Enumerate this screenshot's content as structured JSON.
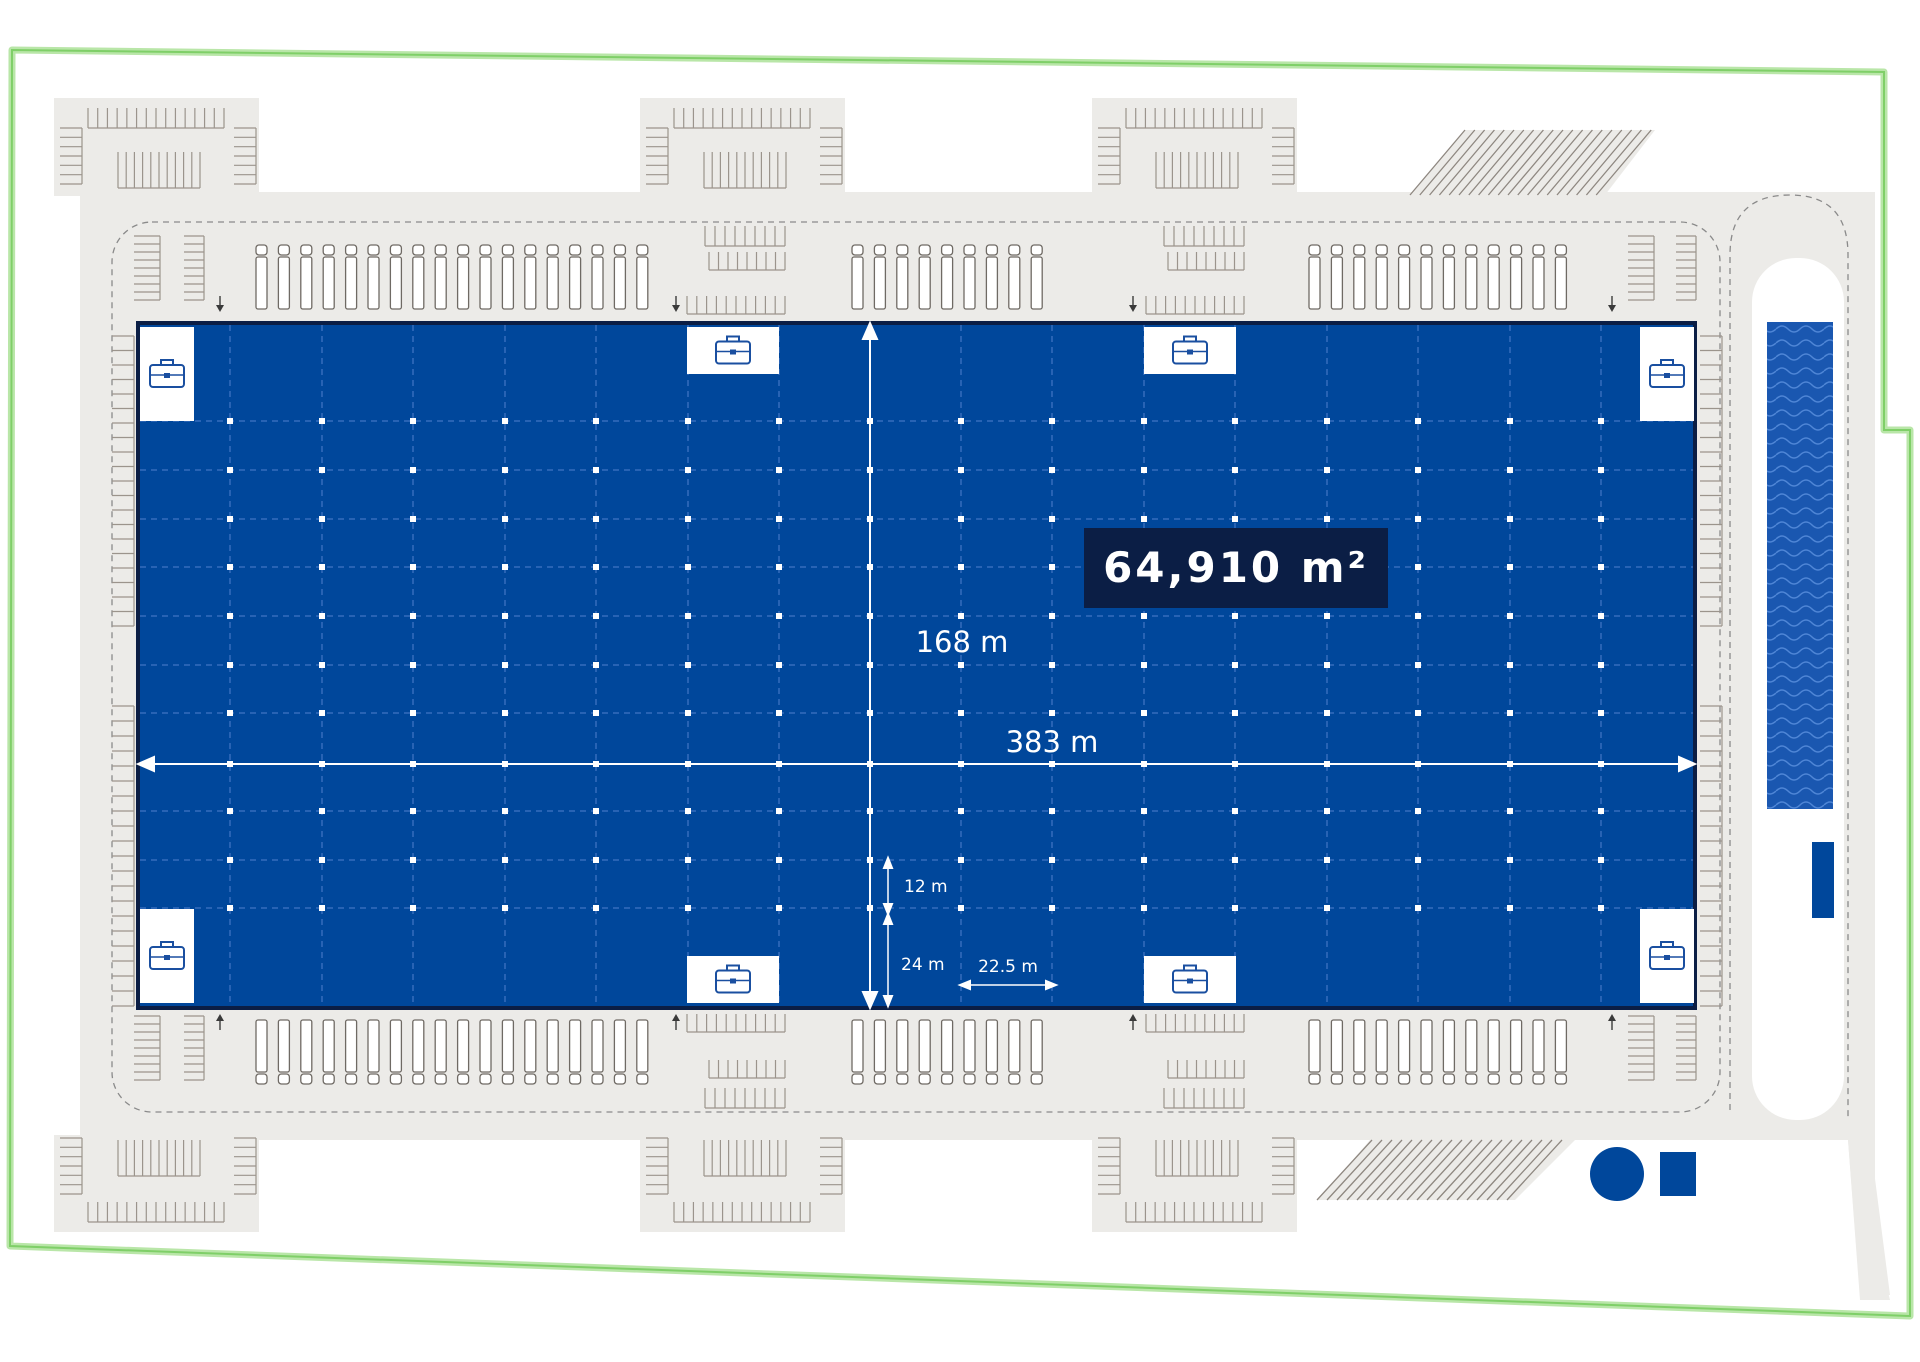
{
  "plan": {
    "total_area": "64,910 m²",
    "width_label": "383 m",
    "depth_label": "168 m",
    "bay_depth_label": "12 m",
    "dock_depth_label": "24 m",
    "column_spacing_label": "22.5 m"
  },
  "icons": {
    "office": "briefcase-icon",
    "direction": "arrow-icon"
  },
  "colors": {
    "building": "#00479b",
    "building_border": "#0b1e45",
    "label_bg": "#0b1e45",
    "paving": "#ecebe8",
    "plot_boundary": "#8fd47a",
    "water_tank": "#1a57b0"
  }
}
